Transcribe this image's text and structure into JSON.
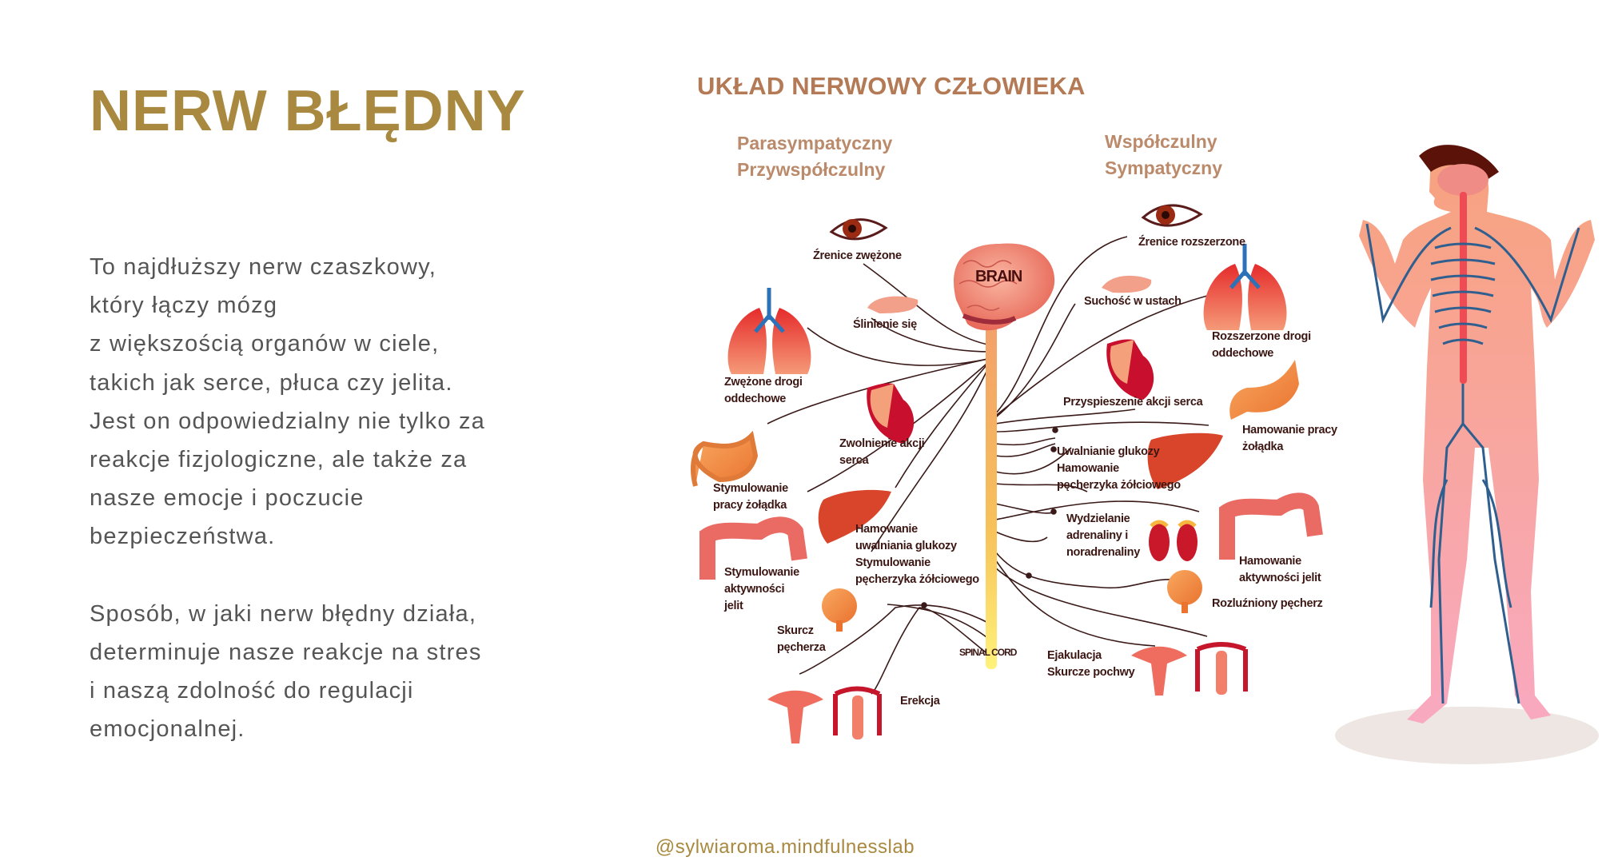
{
  "left": {
    "title": "NERW BŁĘDNY",
    "paragraph1": [
      "To najdłuższy nerw czaszkowy,",
      "który łączy mózg",
      "z większością organów w ciele,",
      "takich jak serce, płuca czy jelita.",
      "Jest on odpowiedzialny nie tylko za",
      "reakcje fizjologiczne, ale także za",
      "nasze emocje i poczucie",
      "bezpieczeństwa."
    ],
    "paragraph2": [
      "Sposób, w jaki nerw błędny działa,",
      "determinuje nasze reakcje na stres",
      "i naszą zdolność do regulacji",
      "emocjonalnej."
    ]
  },
  "footer": "@sylwiaroma.mindfulnesslab",
  "diagram": {
    "title": "UKŁAD NERWOWY CZŁOWIEKA",
    "parasympathetic": [
      "Parasympatyczny",
      "Przywspółczulny"
    ],
    "sympathetic": [
      "Współczulny",
      "Sympatyczny"
    ],
    "brain": "BRAIN",
    "spinal_cord": "SPINAL CORD",
    "labels": {
      "pupils_constricted": [
        "Źrenice zwężone"
      ],
      "pupils_dilated": [
        "Źrenice rozszerzone"
      ],
      "dry_mouth": [
        "Suchość w ustach"
      ],
      "salivation": [
        "Ślinienie się"
      ],
      "airways_dilated": [
        "Rozszerzone drogi",
        "oddechowe"
      ],
      "airways_constricted": [
        "Zwężone drogi",
        "oddechowe"
      ],
      "heart_faster": [
        "Przyspieszenie akcji serca"
      ],
      "stomach_inhibit": [
        "Hamowanie pracy",
        "żołądka"
      ],
      "heart_slower": [
        "Zwolnienie akcji",
        "serca"
      ],
      "glucose_release": [
        "Uwalnianie glukozy",
        "Hamowanie",
        "pęcherzyka żółciowego"
      ],
      "stomach_stimulate": [
        "Stymulowanie",
        "pracy żołądka"
      ],
      "glucose_inhibit": [
        "Hamowanie",
        "uwalniania glukozy",
        "Stymulowanie",
        "pęcherzyka żółciowego"
      ],
      "adrenaline": [
        "Wydzielanie",
        "adrenaliny i",
        "noradrenaliny"
      ],
      "intestine_stimulate": [
        "Stymulowanie",
        "aktywności",
        "jelit"
      ],
      "intestine_inhibit": [
        "Hamowanie",
        "aktywności jelit"
      ],
      "bladder_relaxed": [
        "Rozluźniony pęcherz"
      ],
      "bladder_contract": [
        "Skurcz",
        "pęcherza"
      ],
      "ejaculation": [
        "Ejakulacja",
        "Skurcze pochwy"
      ],
      "erection": [
        "Erekcja"
      ]
    }
  },
  "colors": {
    "gold": "#a8893f",
    "text": "#555555",
    "diagram_title": "#b37a55",
    "label": "#3b1612",
    "nerve": "#3a1a18",
    "vein": "#2f5f8f"
  }
}
